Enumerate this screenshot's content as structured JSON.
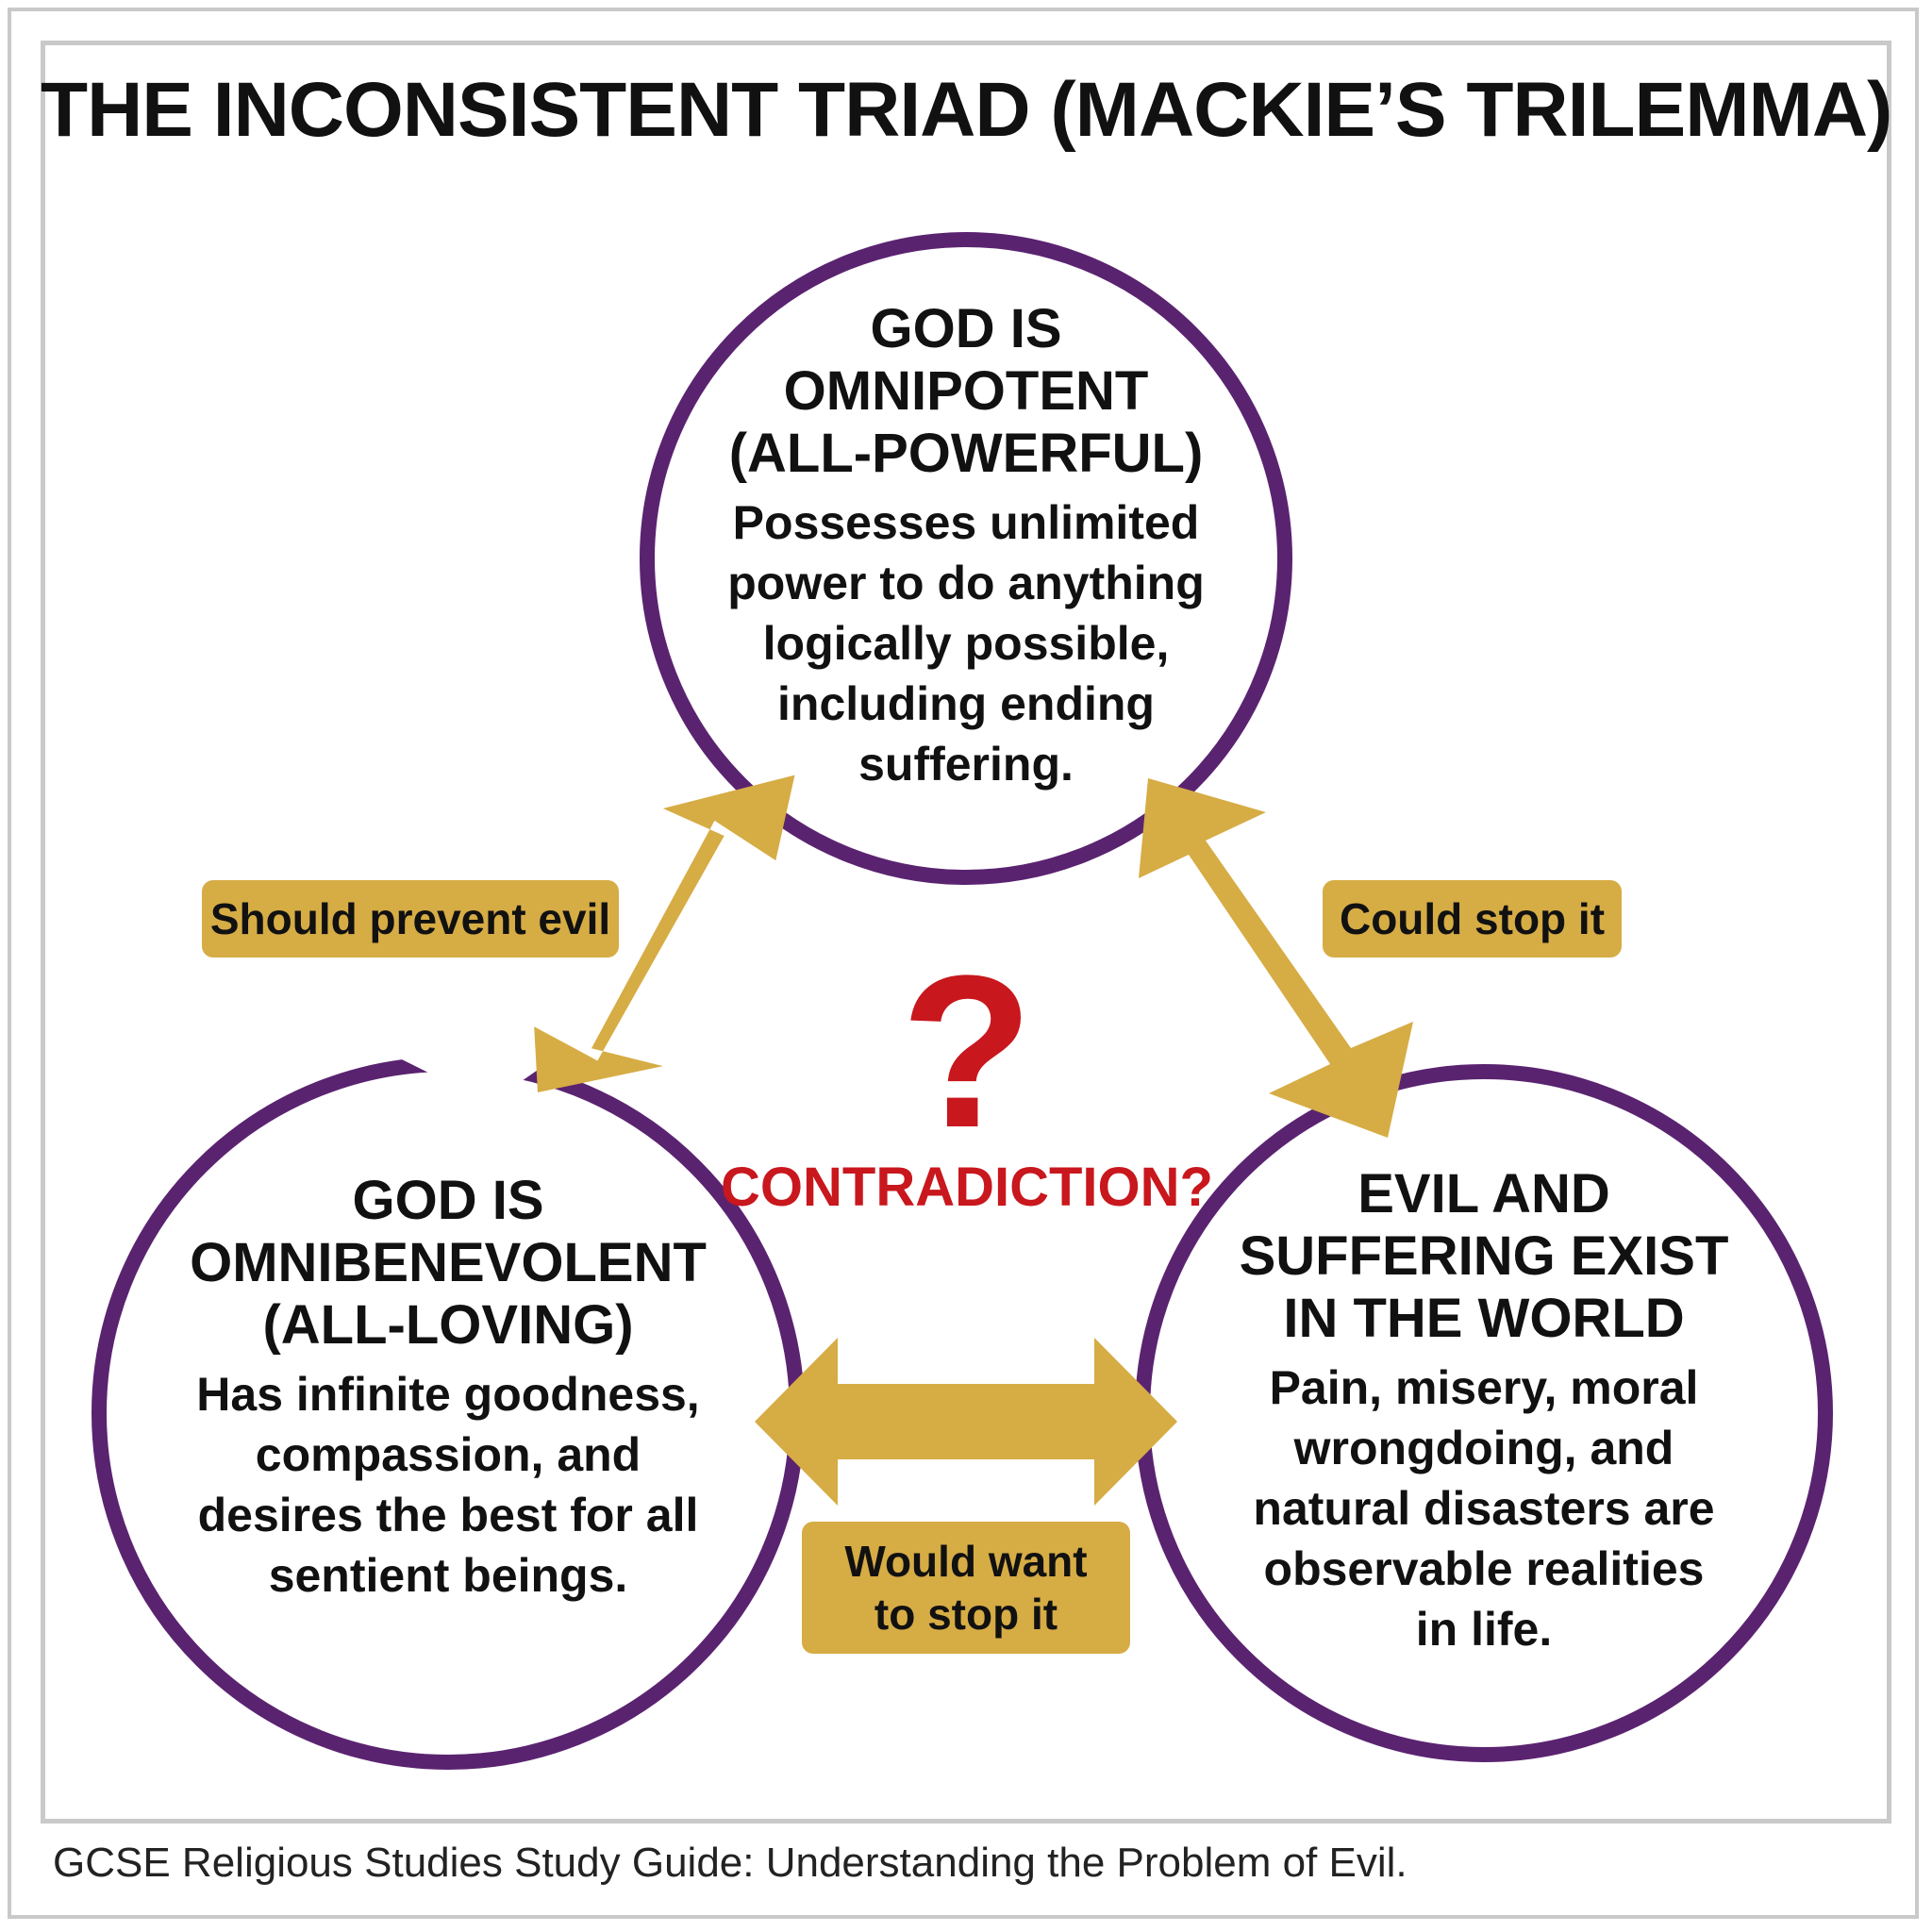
{
  "title": "THE INCONSISTENT TRIAD (MACKIE’S TRILEMMA)",
  "nodes": {
    "top": {
      "heading_lines": [
        "GOD IS",
        "OMNIPOTENT",
        "(ALL-POWERFUL)"
      ],
      "desc_lines": [
        "Possesses unlimited",
        "power to do anything",
        "logically possible,",
        "including ending",
        "suffering."
      ]
    },
    "left": {
      "heading_lines": [
        "GOD IS",
        "OMNIBENEVOLENT",
        "(ALL-LOVING)"
      ],
      "desc_lines": [
        "Has infinite goodness,",
        "compassion, and",
        "desires the best for all",
        "sentient beings."
      ]
    },
    "right": {
      "heading_lines": [
        "EVIL AND",
        "SUFFERING EXIST",
        "IN THE WORLD"
      ],
      "desc_lines": [
        "Pain, misery, moral",
        "wrongdoing, and",
        "natural disasters are",
        "observable realities",
        "in life."
      ]
    }
  },
  "links": {
    "left_top": "Should prevent evil",
    "top_right": "Could stop it",
    "left_right_lines": [
      "Would want",
      "to stop it"
    ]
  },
  "center": {
    "symbol": "?",
    "label": "CONTRADICTION?"
  },
  "caption": "GCSE Religious Studies Study Guide: Understanding the Problem of Evil.",
  "colors": {
    "circle_border": "#5a2370",
    "arrow_fill": "#d6ac45",
    "label_fill": "#d6ac45",
    "accent_red": "#c8171d",
    "frame": "#c9c9c9"
  }
}
